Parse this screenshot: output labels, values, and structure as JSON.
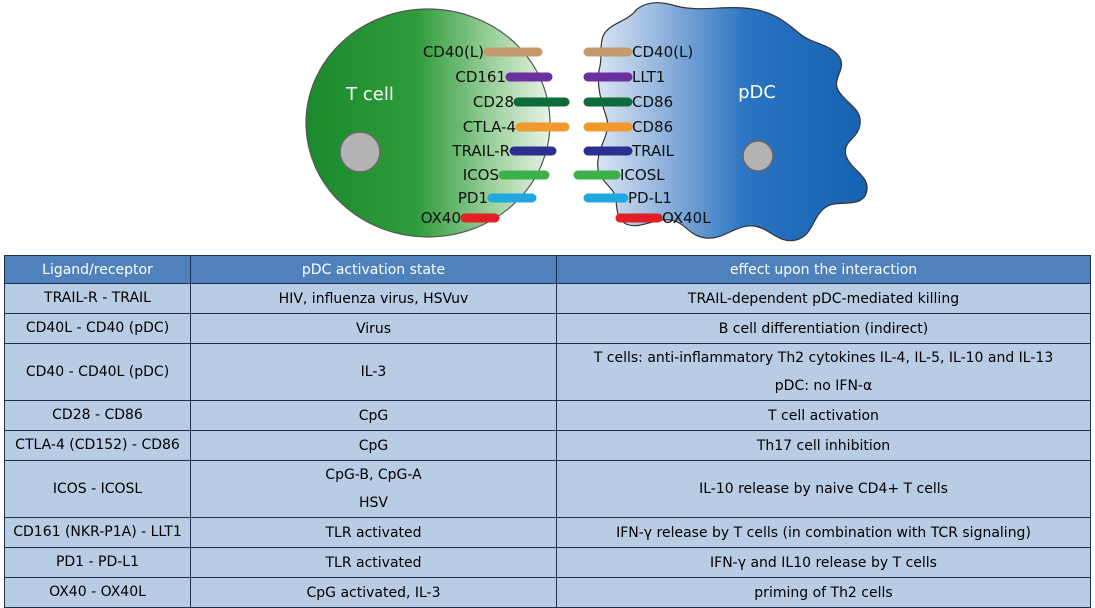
{
  "diagram": {
    "t_cell_label": "T cell",
    "pdc_label": "pDC",
    "t_cell_color": "#1f8a2a",
    "pdc_color": "#1766b5",
    "pairs": [
      {
        "left": "CD40(L)",
        "right": "CD40(L)",
        "color": "#c49a6c"
      },
      {
        "left": "CD161",
        "right": "LLT1",
        "color": "#6b2fa0"
      },
      {
        "left": "CD28",
        "right": "CD86",
        "color": "#0e6b3b"
      },
      {
        "left": "CTLA-4",
        "right": "CD86",
        "color": "#f2992e"
      },
      {
        "left": "TRAIL-R",
        "right": "TRAIL",
        "color": "#2b2f8f"
      },
      {
        "left": "ICOS",
        "right": "ICOSL",
        "color": "#3cb04a"
      },
      {
        "left": "PD1",
        "right": "PD-L1",
        "color": "#1fa8e0"
      },
      {
        "left": "OX40",
        "right": "OX40L",
        "color": "#e31e24"
      }
    ]
  },
  "table": {
    "headers": [
      "Ligand/receptor",
      "pDC activation state",
      "effect upon the interaction"
    ],
    "rows": [
      {
        "ligand": "TRAIL-R  - TRAIL",
        "state": [
          "HIV, influenza virus, HSVuv"
        ],
        "effect": [
          "TRAIL-dependent pDC-mediated killing"
        ]
      },
      {
        "ligand": "CD40L  - CD40 (pDC)",
        "state": [
          "Virus"
        ],
        "effect": [
          "B cell differentiation (indirect)"
        ]
      },
      {
        "ligand": "CD40  - CD40L (pDC)",
        "state": [
          "IL-3"
        ],
        "effect": [
          "T cells:  anti-inflammatory Th2 cytokines IL-4, IL-5, IL-10 and IL-13",
          "pDC:  no IFN-α"
        ]
      },
      {
        "ligand": "CD28 - CD86",
        "state": [
          "CpG"
        ],
        "effect": [
          "T cell activation"
        ]
      },
      {
        "ligand": "CTLA-4 (CD152) - CD86",
        "state": [
          "CpG"
        ],
        "effect": [
          "Th17 cell inhibition"
        ]
      },
      {
        "ligand": "ICOS - ICOSL",
        "state": [
          "CpG-B, CpG-A",
          "HSV"
        ],
        "effect": [
          "IL-10 release by naive CD4+ T cells"
        ]
      },
      {
        "ligand": "CD161 (NKR-P1A) - LLT1",
        "state": [
          "TLR activated"
        ],
        "effect": [
          "IFN-γ release by T cells (in combination with TCR signaling)"
        ]
      },
      {
        "ligand": "PD1 - PD-L1",
        "state": [
          "TLR activated"
        ],
        "effect": [
          "IFN-γ and IL10 release by T cells"
        ]
      },
      {
        "ligand": "OX40 - OX40L",
        "state": [
          "CpG activated, IL-3"
        ],
        "effect": [
          "priming of Th2 cells"
        ]
      }
    ]
  }
}
